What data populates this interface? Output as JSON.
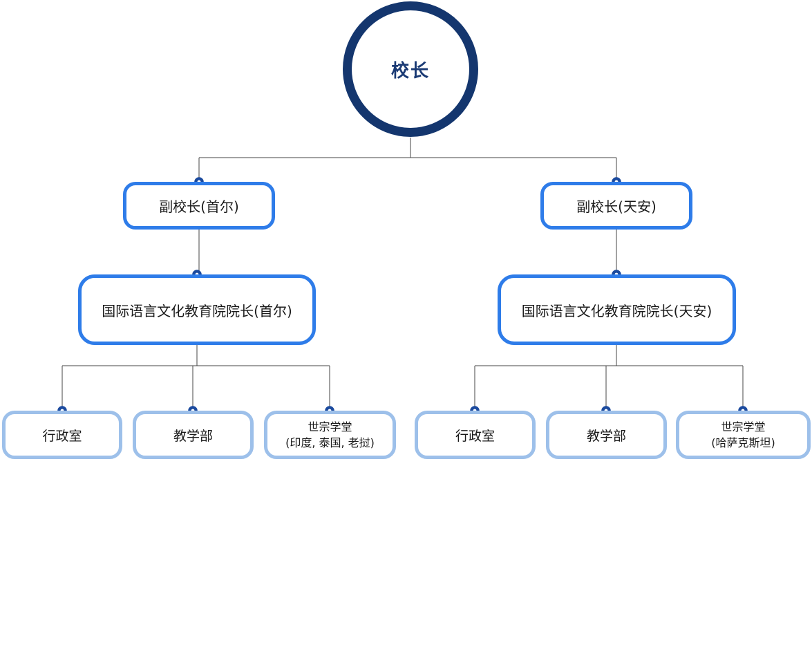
{
  "org": {
    "root": {
      "label": "校长"
    },
    "left": {
      "vp": {
        "label": "副校长(首尔)"
      },
      "dean": {
        "label": "国际语言文化教育院院长(首尔)"
      },
      "dept1": {
        "label": "行政室"
      },
      "dept2": {
        "label": "教学部"
      },
      "dept3": {
        "line1": "世宗学堂",
        "line2": "(印度, 泰国, 老挝)"
      }
    },
    "right": {
      "vp": {
        "label": "副校长(天安)"
      },
      "dean": {
        "label": "国际语言文化教育院院长(天安)"
      },
      "dept1": {
        "label": "行政室"
      },
      "dept2": {
        "label": "教学部"
      },
      "dept3": {
        "line1": "世宗学堂",
        "line2": "(哈萨克斯坦)"
      }
    }
  },
  "colors": {
    "navy": "#14366e",
    "bright_blue": "#2e7ce9",
    "light_blue": "#9dc0ea",
    "connector_gray": "#444444",
    "dot_navy": "#1b4a9e",
    "text_dark": "#1a1a1a",
    "background": "#ffffff"
  }
}
